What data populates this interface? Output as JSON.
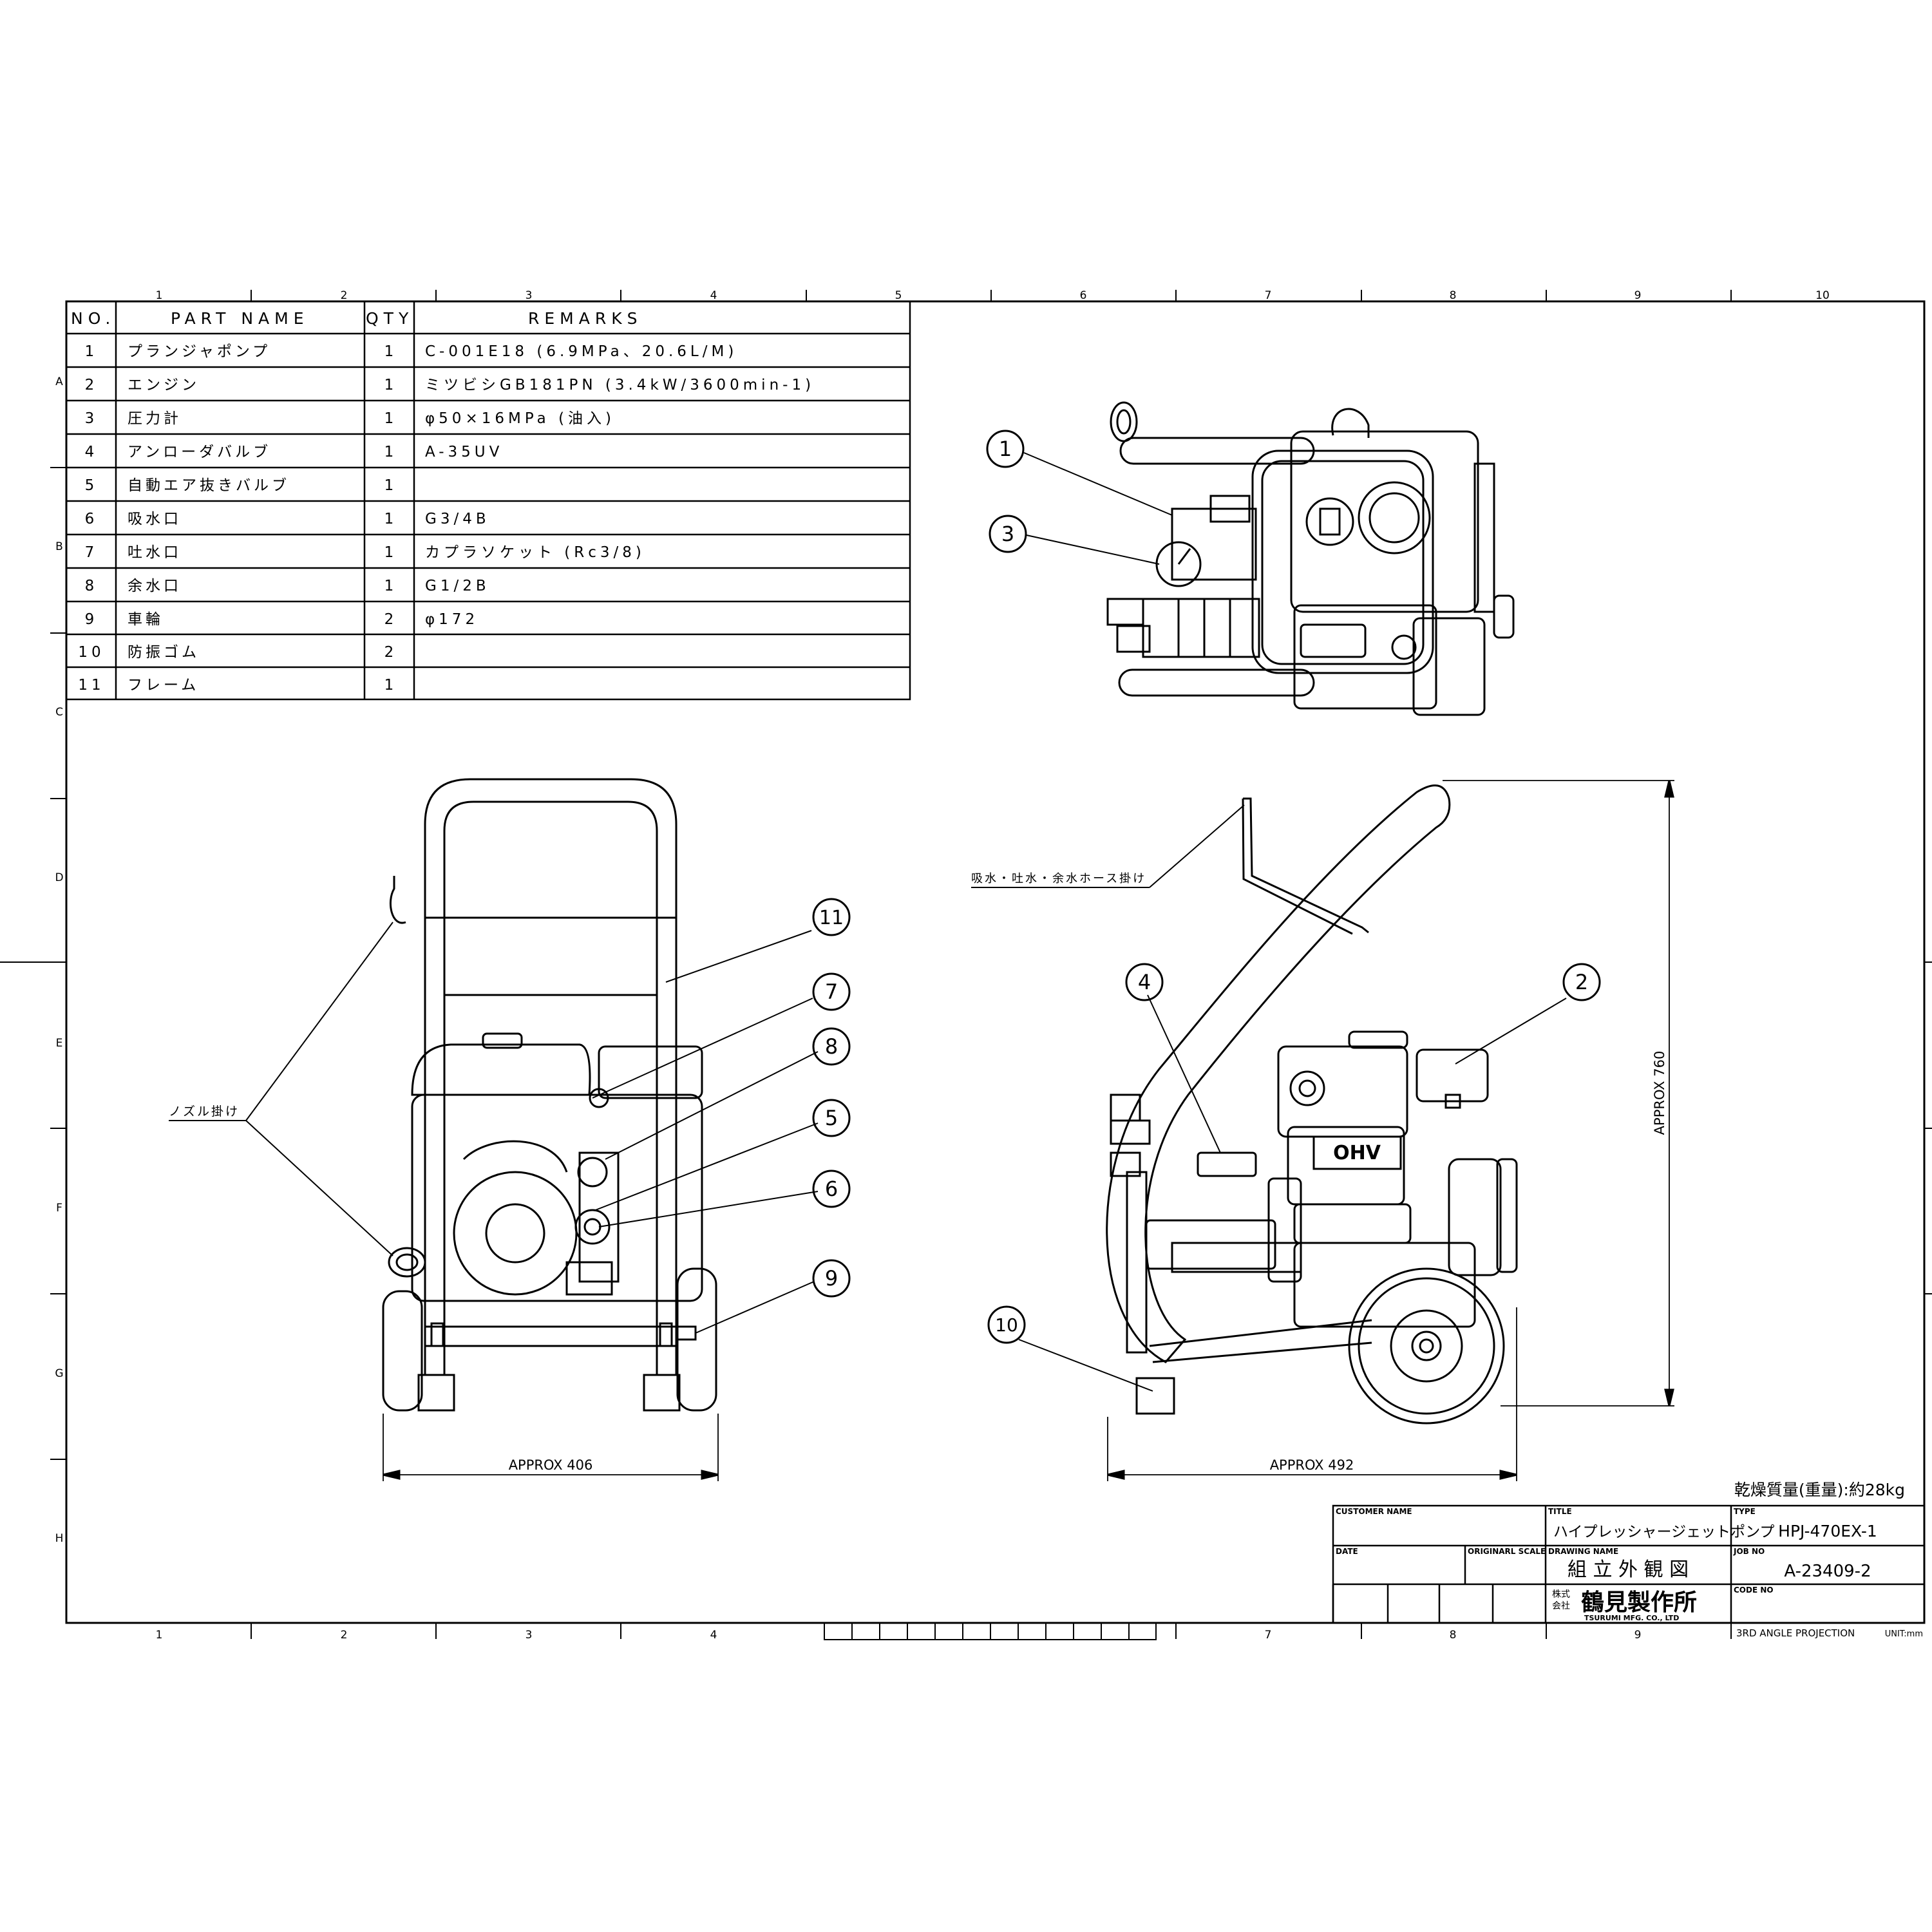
{
  "grid": {
    "columns": [
      "1",
      "2",
      "3",
      "4",
      "5",
      "6",
      "7",
      "8",
      "9",
      "10"
    ],
    "rows": [
      "A",
      "B",
      "C",
      "D",
      "E",
      "F",
      "G",
      "H"
    ]
  },
  "parts_table": {
    "headers": {
      "no": "NO.",
      "part_name": "PART NAME",
      "qty": "QTY",
      "remarks": "REMARKS"
    },
    "rows": [
      {
        "no": "1",
        "name": "プランジャポンプ",
        "qty": "1",
        "remarks": "C-001E18 (6.9MPa、20.6L/M)"
      },
      {
        "no": "2",
        "name": "エンジン",
        "qty": "1",
        "remarks": "ミツビシGB181PN (3.4kW/3600min-1)"
      },
      {
        "no": "3",
        "name": "圧力計",
        "qty": "1",
        "remarks": "φ50×16MPa (油入)"
      },
      {
        "no": "4",
        "name": "アンローダバルブ",
        "qty": "1",
        "remarks": "A-35UV"
      },
      {
        "no": "5",
        "name": "自動エア抜きバルブ",
        "qty": "1",
        "remarks": ""
      },
      {
        "no": "6",
        "name": "吸水口",
        "qty": "1",
        "remarks": "G3/4B"
      },
      {
        "no": "7",
        "name": "吐水口",
        "qty": "1",
        "remarks": "カプラソケット (Rc3/8)"
      },
      {
        "no": "8",
        "name": "余水口",
        "qty": "1",
        "remarks": "G1/2B"
      },
      {
        "no": "9",
        "name": "車輪",
        "qty": "2",
        "remarks": "φ172"
      },
      {
        "no": "10",
        "name": "防振ゴム",
        "qty": "2",
        "remarks": ""
      },
      {
        "no": "11",
        "name": "フレーム",
        "qty": "1",
        "remarks": ""
      }
    ]
  },
  "callouts": {
    "c1": "1",
    "c2": "2",
    "c3": "3",
    "c4": "4",
    "c5": "5",
    "c6": "6",
    "c7": "7",
    "c8": "8",
    "c9": "9",
    "c10": "10",
    "c11": "11"
  },
  "annotations": {
    "nozzle_hook": "ノズル掛け",
    "hose_hook": "吸水・吐水・余水ホース掛け",
    "width_front": "APPROX 406",
    "width_side": "APPROX 492",
    "height_side": "APPROX 760",
    "dry_mass": "乾燥質量(重量):約28kg",
    "engine_badge": "OHV"
  },
  "title_block": {
    "customer_label": "CUSTOMER NAME",
    "title_label": "TITLE",
    "title_value": "ハイプレッシャージェットポンプ",
    "type_label": "TYPE",
    "type_value": "HPJ-470EX-1",
    "date_label": "DATE",
    "original_scale_label": "ORIGINARL SCALE",
    "drawing_name_label": "DRAWING NAME",
    "drawing_name_value": "組 立 外 観 図",
    "job_no_label": "JOB NO",
    "job_no_value": "A-23409-2",
    "code_no_label": "CODE NO",
    "company_prefix_top": "株式",
    "company_prefix_bottom": "会社",
    "company_name": "鶴見製作所",
    "company_name_en": "TSURUMI MFG. CO., LTD",
    "projection": "3RD ANGLE PROJECTION",
    "unit": "UNIT:mm"
  }
}
